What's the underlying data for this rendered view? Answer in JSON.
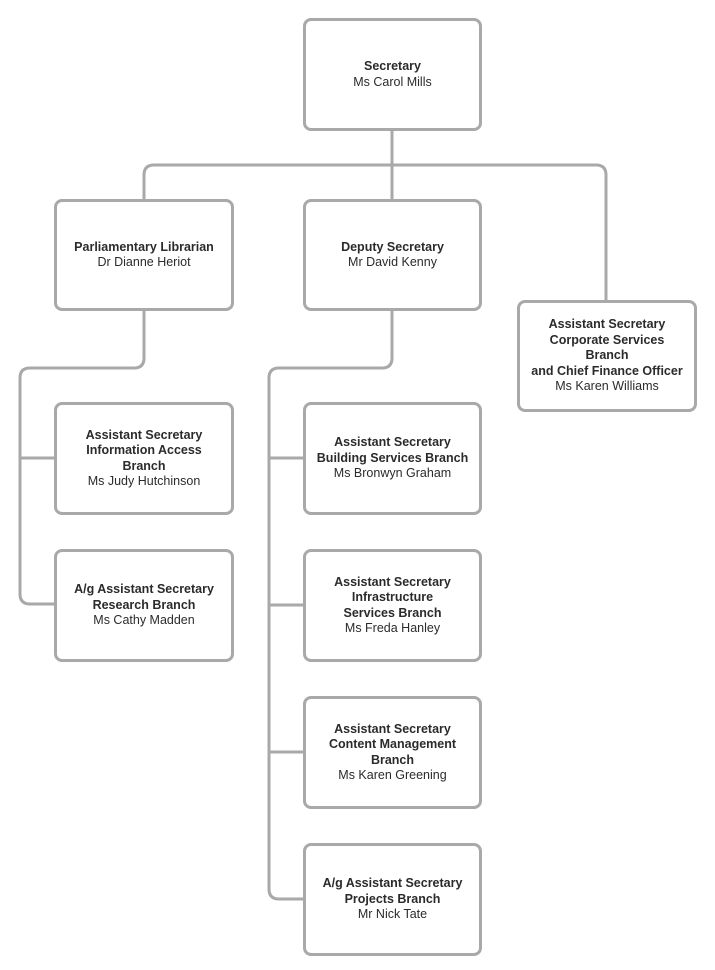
{
  "colors": {
    "line": "#a9a9a9",
    "box_border": "#a9a9a9",
    "text": "#2b2b2b"
  },
  "org": {
    "secretary": {
      "role": "Secretary",
      "name": "Ms Carol Mills"
    },
    "parl_librarian": {
      "role": "Parliamentary Librarian",
      "name": "Dr Dianne Heriot"
    },
    "deputy_secretary": {
      "role": "Deputy Secretary",
      "name": "Mr David Kenny"
    },
    "corporate_services": {
      "role_lines": [
        "Assistant Secretary",
        "Corporate Services Branch",
        "and Chief Finance Officer"
      ],
      "name": "Ms Karen Williams"
    },
    "information_access": {
      "role_lines": [
        "Assistant Secretary",
        "Information Access Branch"
      ],
      "name": "Ms Judy Hutchinson"
    },
    "research": {
      "role_lines": [
        "A/g Assistant Secretary",
        "Research Branch"
      ],
      "name": "Ms Cathy Madden"
    },
    "building_services": {
      "role_lines": [
        "Assistant Secretary",
        "Building Services Branch"
      ],
      "name": "Ms Bronwyn Graham"
    },
    "infrastructure_services": {
      "role_lines": [
        "Assistant Secretary",
        "Infrastructure",
        "Services Branch"
      ],
      "name": "Ms Freda Hanley"
    },
    "content_management": {
      "role_lines": [
        "Assistant Secretary",
        "Content Management",
        "Branch"
      ],
      "name": "Ms Karen Greening"
    },
    "projects": {
      "role_lines": [
        "A/g Assistant Secretary",
        "Projects Branch"
      ],
      "name": "Mr Nick Tate"
    }
  }
}
